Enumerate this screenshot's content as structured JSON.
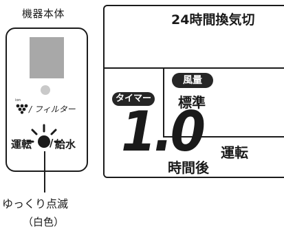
{
  "device": {
    "caption": "機器本体",
    "ion_label": "ion",
    "filter_label": "/ フィルター",
    "operation_label": "運転",
    "separator": "/",
    "water_label": "給水"
  },
  "indicator": {
    "blink_label": "ゆっくり点滅",
    "blink_color": "（白色）"
  },
  "lcd": {
    "title": "24時間換気切",
    "wind_badge": "風量",
    "wind_value": "標準",
    "timer_badge": "タイマー",
    "timer_value": "1.0",
    "timer_unit": "時間後",
    "status": "運転"
  },
  "colors": {
    "outline": "#1a1a1a",
    "device_window": "#a8a8a8",
    "lamp": "#c9c9c9",
    "badge_fill": "#262626",
    "badge_text": "#ffffff"
  }
}
